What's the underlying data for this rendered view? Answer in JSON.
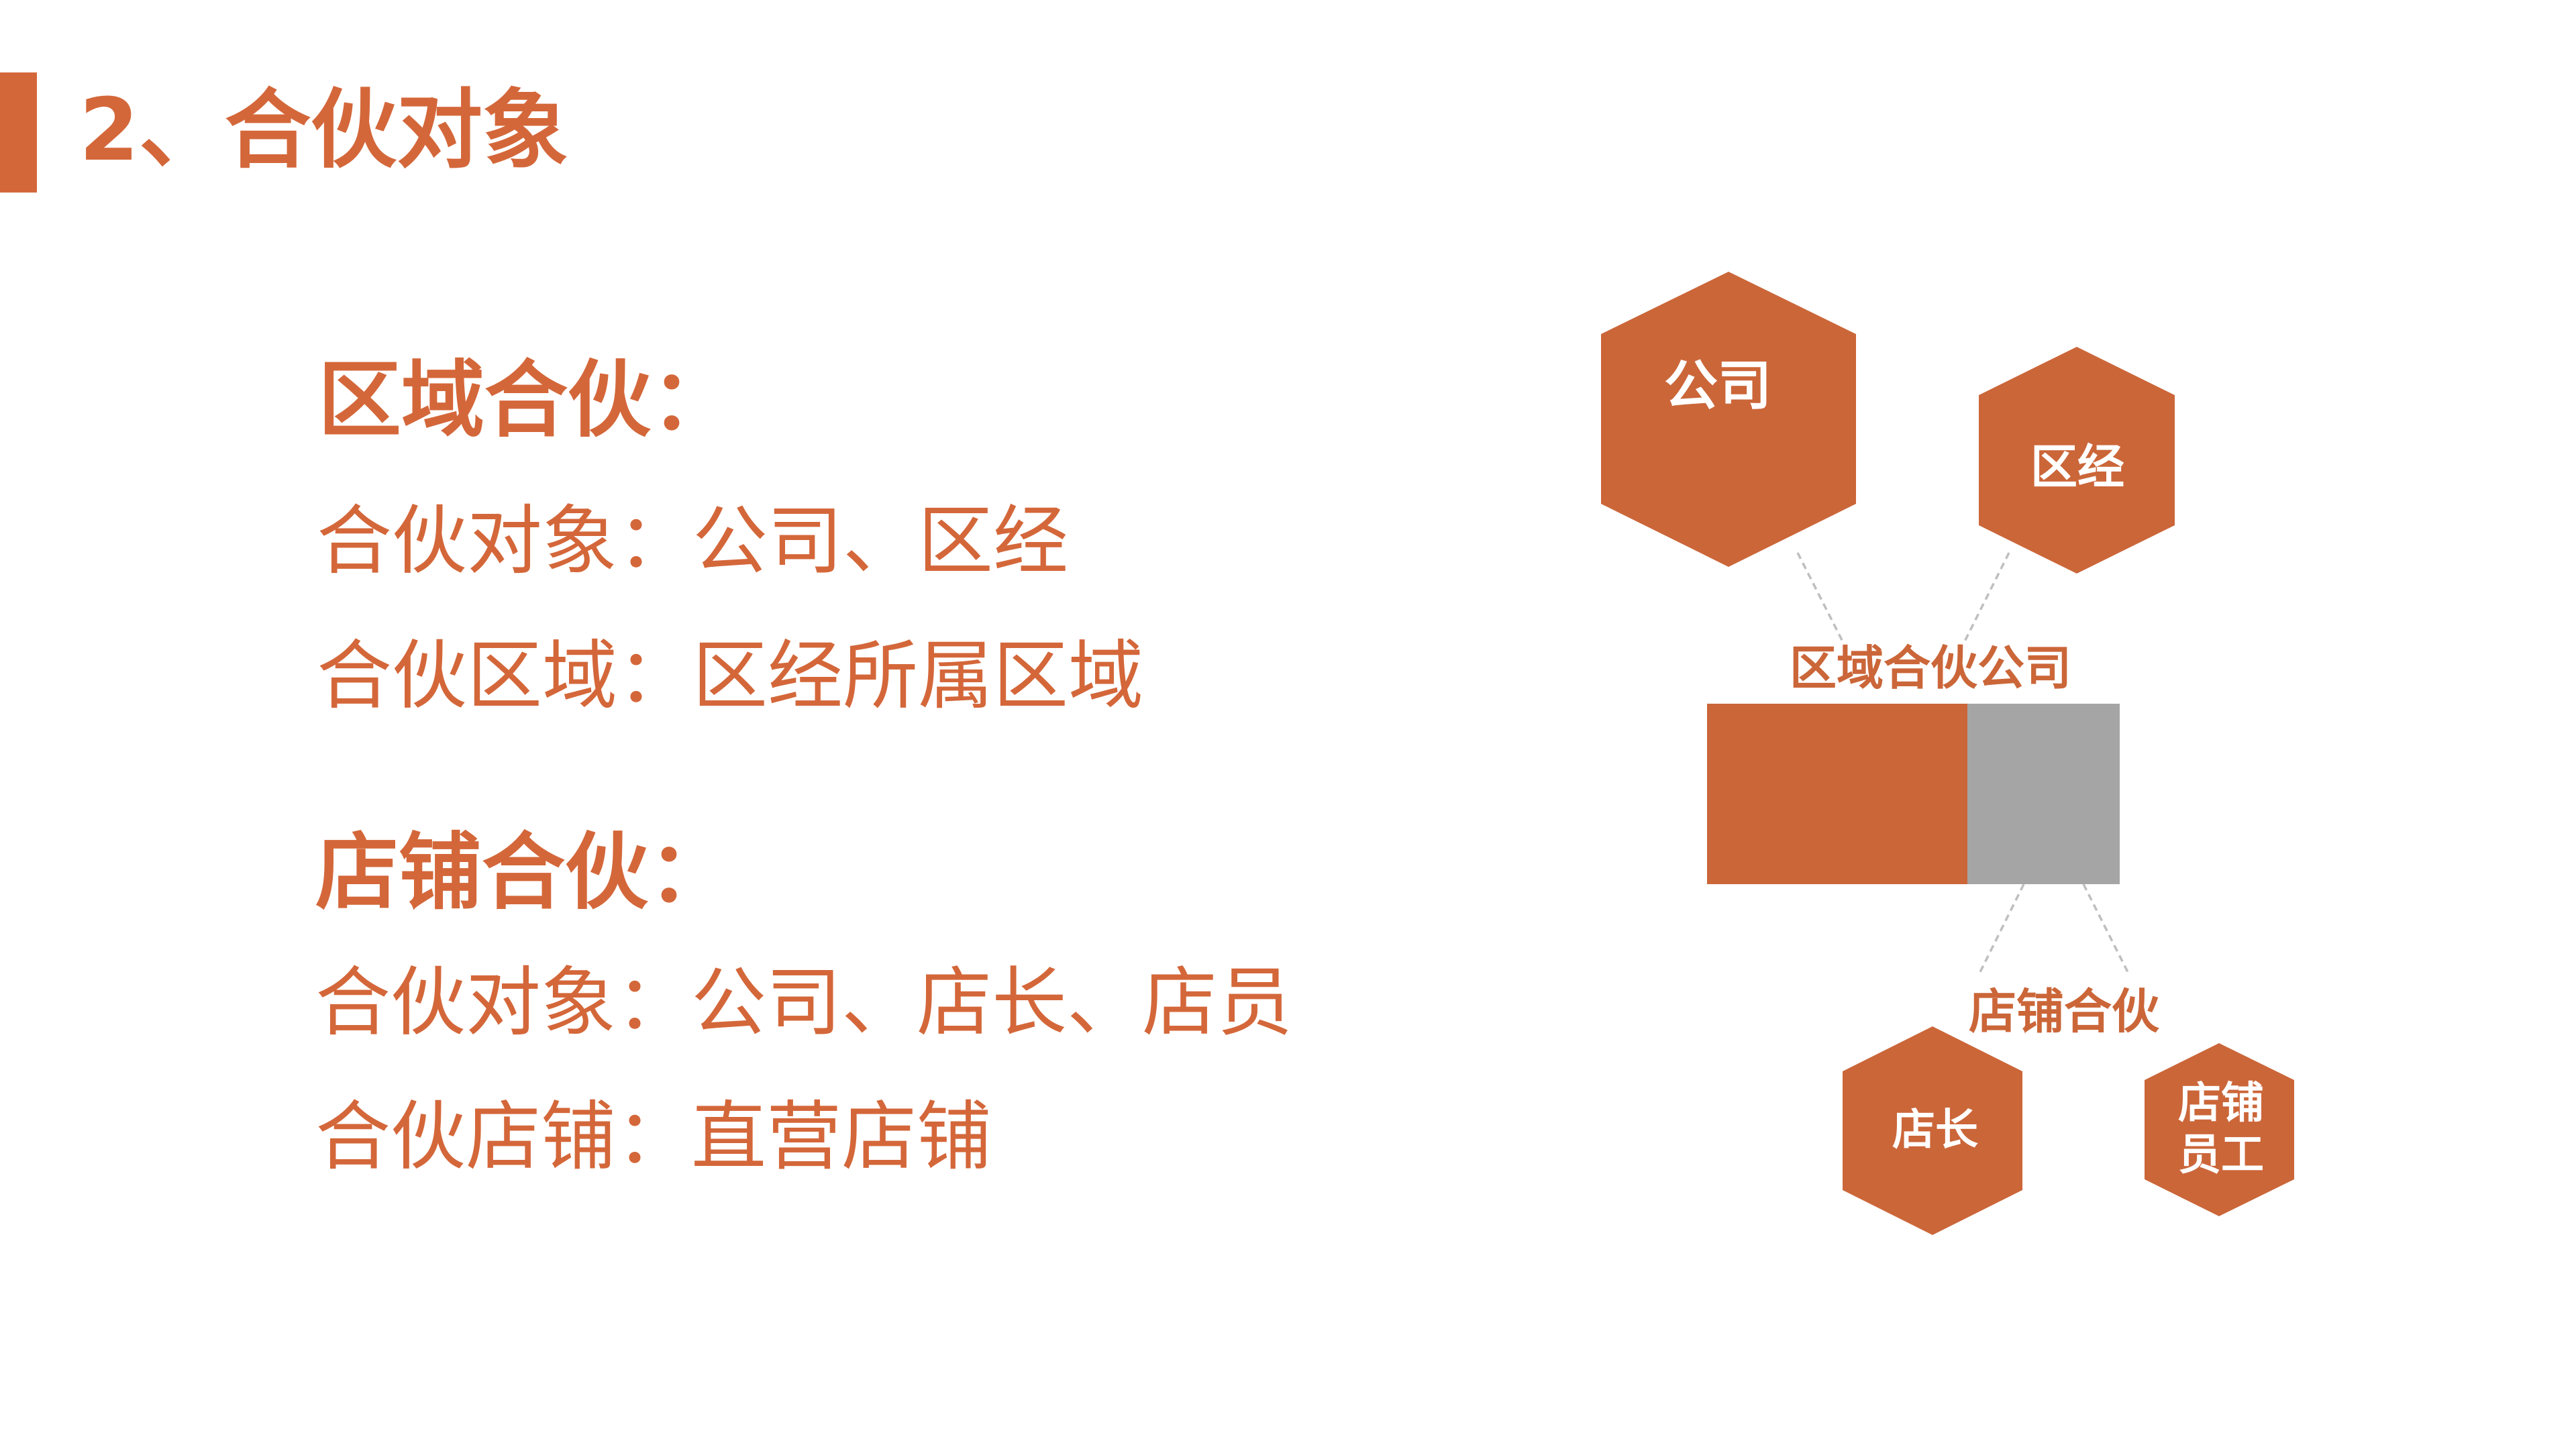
{
  "slide": {
    "title": "2、合伙对象",
    "accent_color": "#D4673A",
    "shape_color": "#CB6639",
    "secondary_color": "#A5A5A5",
    "connector_color": "#BFBFBF",
    "background_color": "#FFFFFF"
  },
  "sections": [
    {
      "heading": "区域合伙：",
      "lines": [
        "合伙对象：公司、区经",
        "合伙区域：区经所属区域"
      ]
    },
    {
      "heading": "店铺合伙：",
      "lines": [
        "合伙对象：公司、店长、店员",
        "合伙店铺：直营店铺"
      ]
    }
  ],
  "diagram": {
    "top_nodes": [
      {
        "label": "公司",
        "shape": "hexagon-icon"
      },
      {
        "label": "区经",
        "shape": "hexagon-icon"
      }
    ],
    "center_label": "区域合伙公司",
    "bar": {
      "segments": [
        {
          "color": "#CB6639"
        },
        {
          "color": "#A5A5A5"
        }
      ]
    },
    "bottom_label": "店铺合伙",
    "bottom_nodes": [
      {
        "label": "店长",
        "shape": "hexagon-icon"
      },
      {
        "lines": [
          "店铺",
          "员工"
        ],
        "shape": "hexagon-icon"
      }
    ]
  }
}
